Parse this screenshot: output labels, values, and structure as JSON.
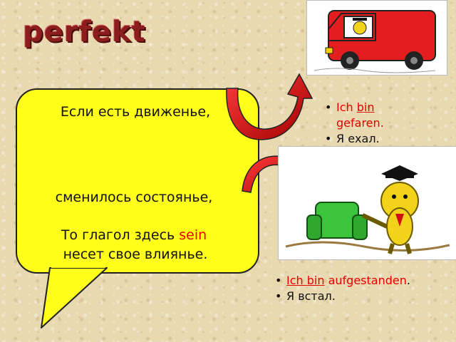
{
  "title": "perfekt",
  "poem": {
    "line1": "Если есть движенье,",
    "line2": "сменилось состоянье,",
    "line3_prefix": "То глагол здесь ",
    "line3_highlight": "sein",
    "line4": "несет свое влиянье."
  },
  "example1": {
    "subject": "Ich ",
    "aux": "bin",
    "participle": "gefaren.",
    "translation": "Я ехал."
  },
  "example2": {
    "subject": "Ich ",
    "aux": "bin",
    "participle": "aufgestanden",
    "translation": "Я встал."
  },
  "colors": {
    "accent_red": "#e60000",
    "bubble_yellow": "#ffff1a",
    "title_red": "#8b1d1d"
  }
}
